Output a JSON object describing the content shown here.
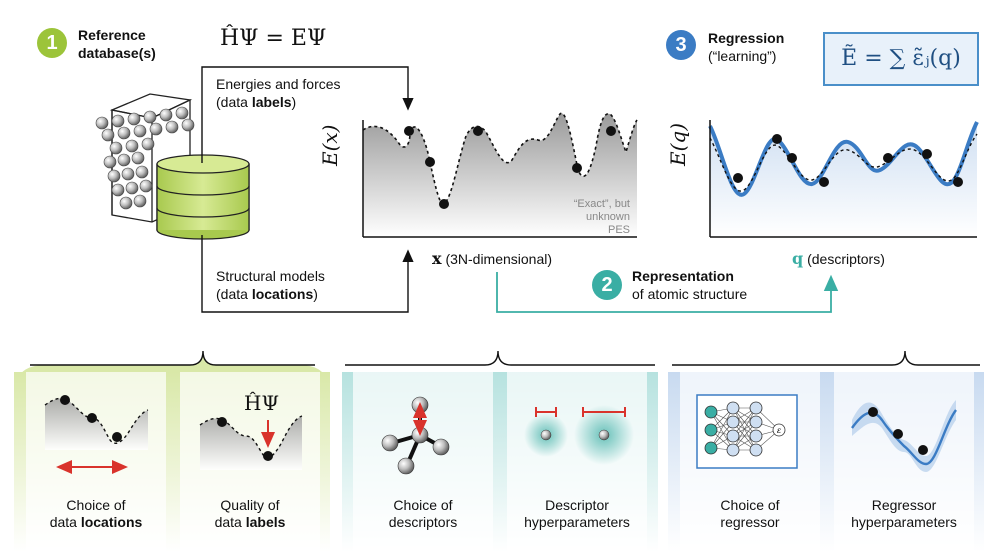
{
  "header": {
    "step1_number": "1",
    "step1_title": "Reference database(s)",
    "step3_number": "3",
    "step3_title": "Regression",
    "step3_subtitle": "(“learning”)",
    "step2_number": "2",
    "step2_title": "Representation",
    "step2_subtitle": "of atomic structure",
    "schrodinger_equation": "ĤΨ = EΨ",
    "regression_formula": "Ẽ = ∑ ε̃ⱼ(q)"
  },
  "labels": {
    "energies_forces_line1": "Energies and forces",
    "energies_forces_line2_a": "(data ",
    "energies_forces_line2_b": "labels",
    "energies_forces_line2_c": ")",
    "structural_line1": "Structural models",
    "structural_line2_a": "(data ",
    "structural_line2_b": "locations",
    "structural_line2_c": ")",
    "exact_pes_line1": "“Exact”, but",
    "exact_pes_line2": "unknown PES",
    "left_plot_ylabel": "E(x)",
    "right_plot_ylabel": "E(q)",
    "x_axis_symbol": "x",
    "x_axis_text": "(3N-dimensional)",
    "q_axis_symbol": "q",
    "q_axis_text": "(descriptors)"
  },
  "panels": [
    {
      "color": "#c5d98a",
      "items": [
        {
          "caption_line1": "Choice of",
          "caption_line2_a": "data ",
          "caption_line2_b": "locations"
        },
        {
          "caption_line1": "Quality of",
          "caption_line2_a": "data ",
          "caption_line2_b": "labels",
          "symbol": "ĤΨ"
        }
      ]
    },
    {
      "color": "#8fd0cc",
      "items": [
        {
          "caption_line1": "Choice of",
          "caption_line2_a": "descriptors",
          "caption_line2_b": ""
        },
        {
          "caption_line1": "Descriptor",
          "caption_line2_a": "hyperparameters",
          "caption_line2_b": ""
        }
      ]
    },
    {
      "color": "#a9c6e8",
      "items": [
        {
          "caption_line1": "Choice of",
          "caption_line2_a": "regressor",
          "caption_line2_b": ""
        },
        {
          "caption_line1": "Regressor",
          "caption_line2_a": "hyperparameters",
          "caption_line2_b": ""
        }
      ]
    }
  ],
  "colors": {
    "step1": "#9cc43a",
    "step2": "#3aaea4",
    "step3": "#3b7cc4",
    "green_panel": "#c5d98a",
    "teal_panel": "#8fd0cc",
    "blue_panel": "#a9c6e8",
    "regression_curve": "#3b7cc4",
    "red_arrow": "#d9332c",
    "database": "#c9e07a"
  },
  "icons": [
    "crystal-structure-icon",
    "database-icon",
    "molecule-icon",
    "neural-network-icon"
  ]
}
